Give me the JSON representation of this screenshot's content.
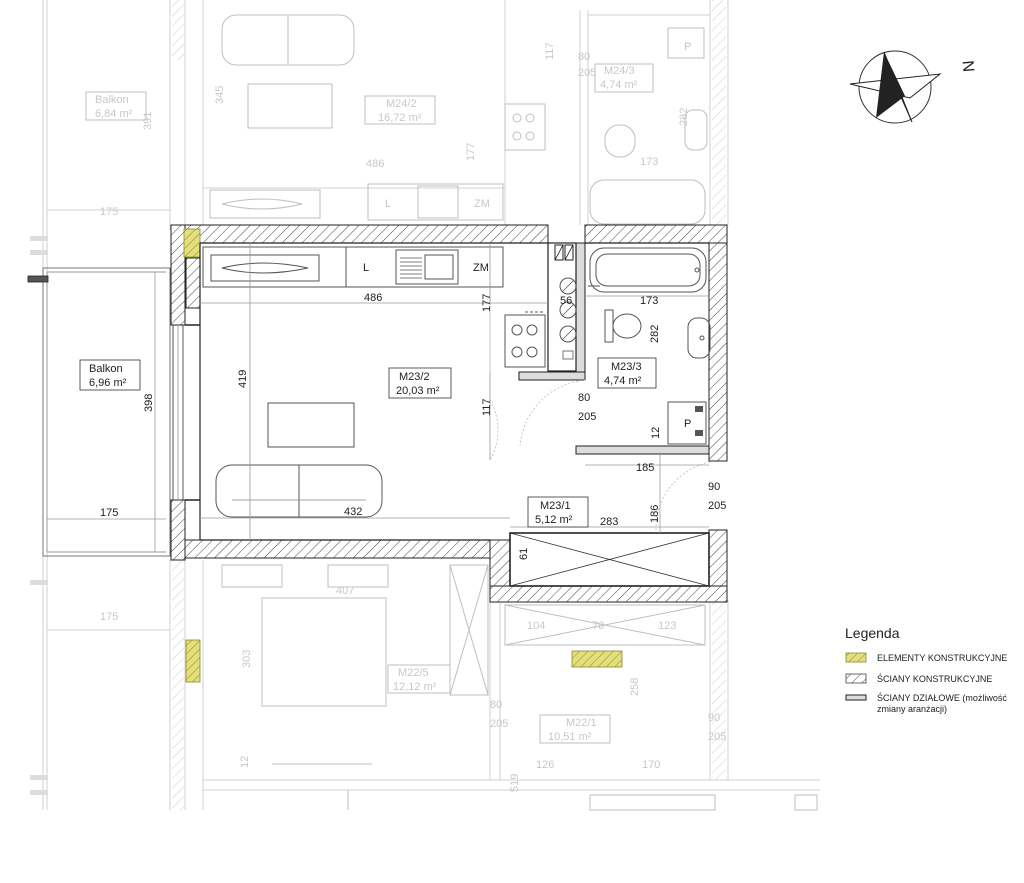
{
  "compass": {
    "north_letter": "N"
  },
  "legend": {
    "title": "Legenda",
    "items": [
      {
        "label": "ELEMENTY KONSTRUKCYJNE",
        "color": "#e3df7a"
      },
      {
        "label": "ŚCIANY KONSTRUKCYJNE",
        "color": "#ffffff"
      },
      {
        "label": "ŚCIANY DZIAŁOWE",
        "note_line1": "(możliwość",
        "note_line2": "zmiany aranżacji)"
      }
    ]
  },
  "rooms": {
    "m23_2": {
      "name": "M23/2",
      "area": "20,03 m²"
    },
    "m23_3": {
      "name": "M23/3",
      "area": "4,74 m²"
    },
    "m23_1": {
      "name": "M23/1",
      "area": "5,12 m²"
    },
    "balkon": {
      "name": "Balkon",
      "area": "6,96 m²"
    }
  },
  "ghost_rooms": {
    "balkon_top": {
      "name": "Balkon",
      "area": "6,84 m²"
    },
    "m24_2": {
      "name": "M24/2",
      "area": "16,72 m²"
    },
    "m24_3": {
      "name": "M24/3",
      "area": "4,74 m²"
    },
    "m22_5": {
      "name": "M22/5",
      "area": "12,12 m²"
    },
    "m22_1": {
      "name": "M22/1",
      "area": "10,51 m²"
    }
  },
  "fixtures": {
    "l": "L",
    "zm": "ZM",
    "p": "P"
  },
  "dims": {
    "d486": "486",
    "d177": "177",
    "d56": "56",
    "d173": "173",
    "d282": "282",
    "d419": "419",
    "d117": "117",
    "d80": "80",
    "d205a": "205",
    "d12": "12",
    "d185": "185",
    "d90": "90",
    "d205b": "205",
    "d398": "398",
    "d175": "175",
    "d432": "432",
    "d283": "283",
    "d186": "186",
    "d61": "61"
  },
  "ghost_dims": {
    "g117": "117",
    "g80": "80",
    "g205": "205",
    "g345": "345",
    "g391": "391",
    "g282": "282",
    "g486": "486",
    "g177": "177",
    "g173": "173",
    "g175a": "175",
    "l": "L",
    "zm": "ZM",
    "p": "P",
    "g407": "407",
    "g175b": "175",
    "g104": "104",
    "g70": "70",
    "g123": "123",
    "g303": "303",
    "g258": "258",
    "g80b": "80",
    "g205b": "205",
    "g90": "90",
    "g205c": "205",
    "g12": "12",
    "g126": "126",
    "g170": "170",
    "g519": "519"
  }
}
